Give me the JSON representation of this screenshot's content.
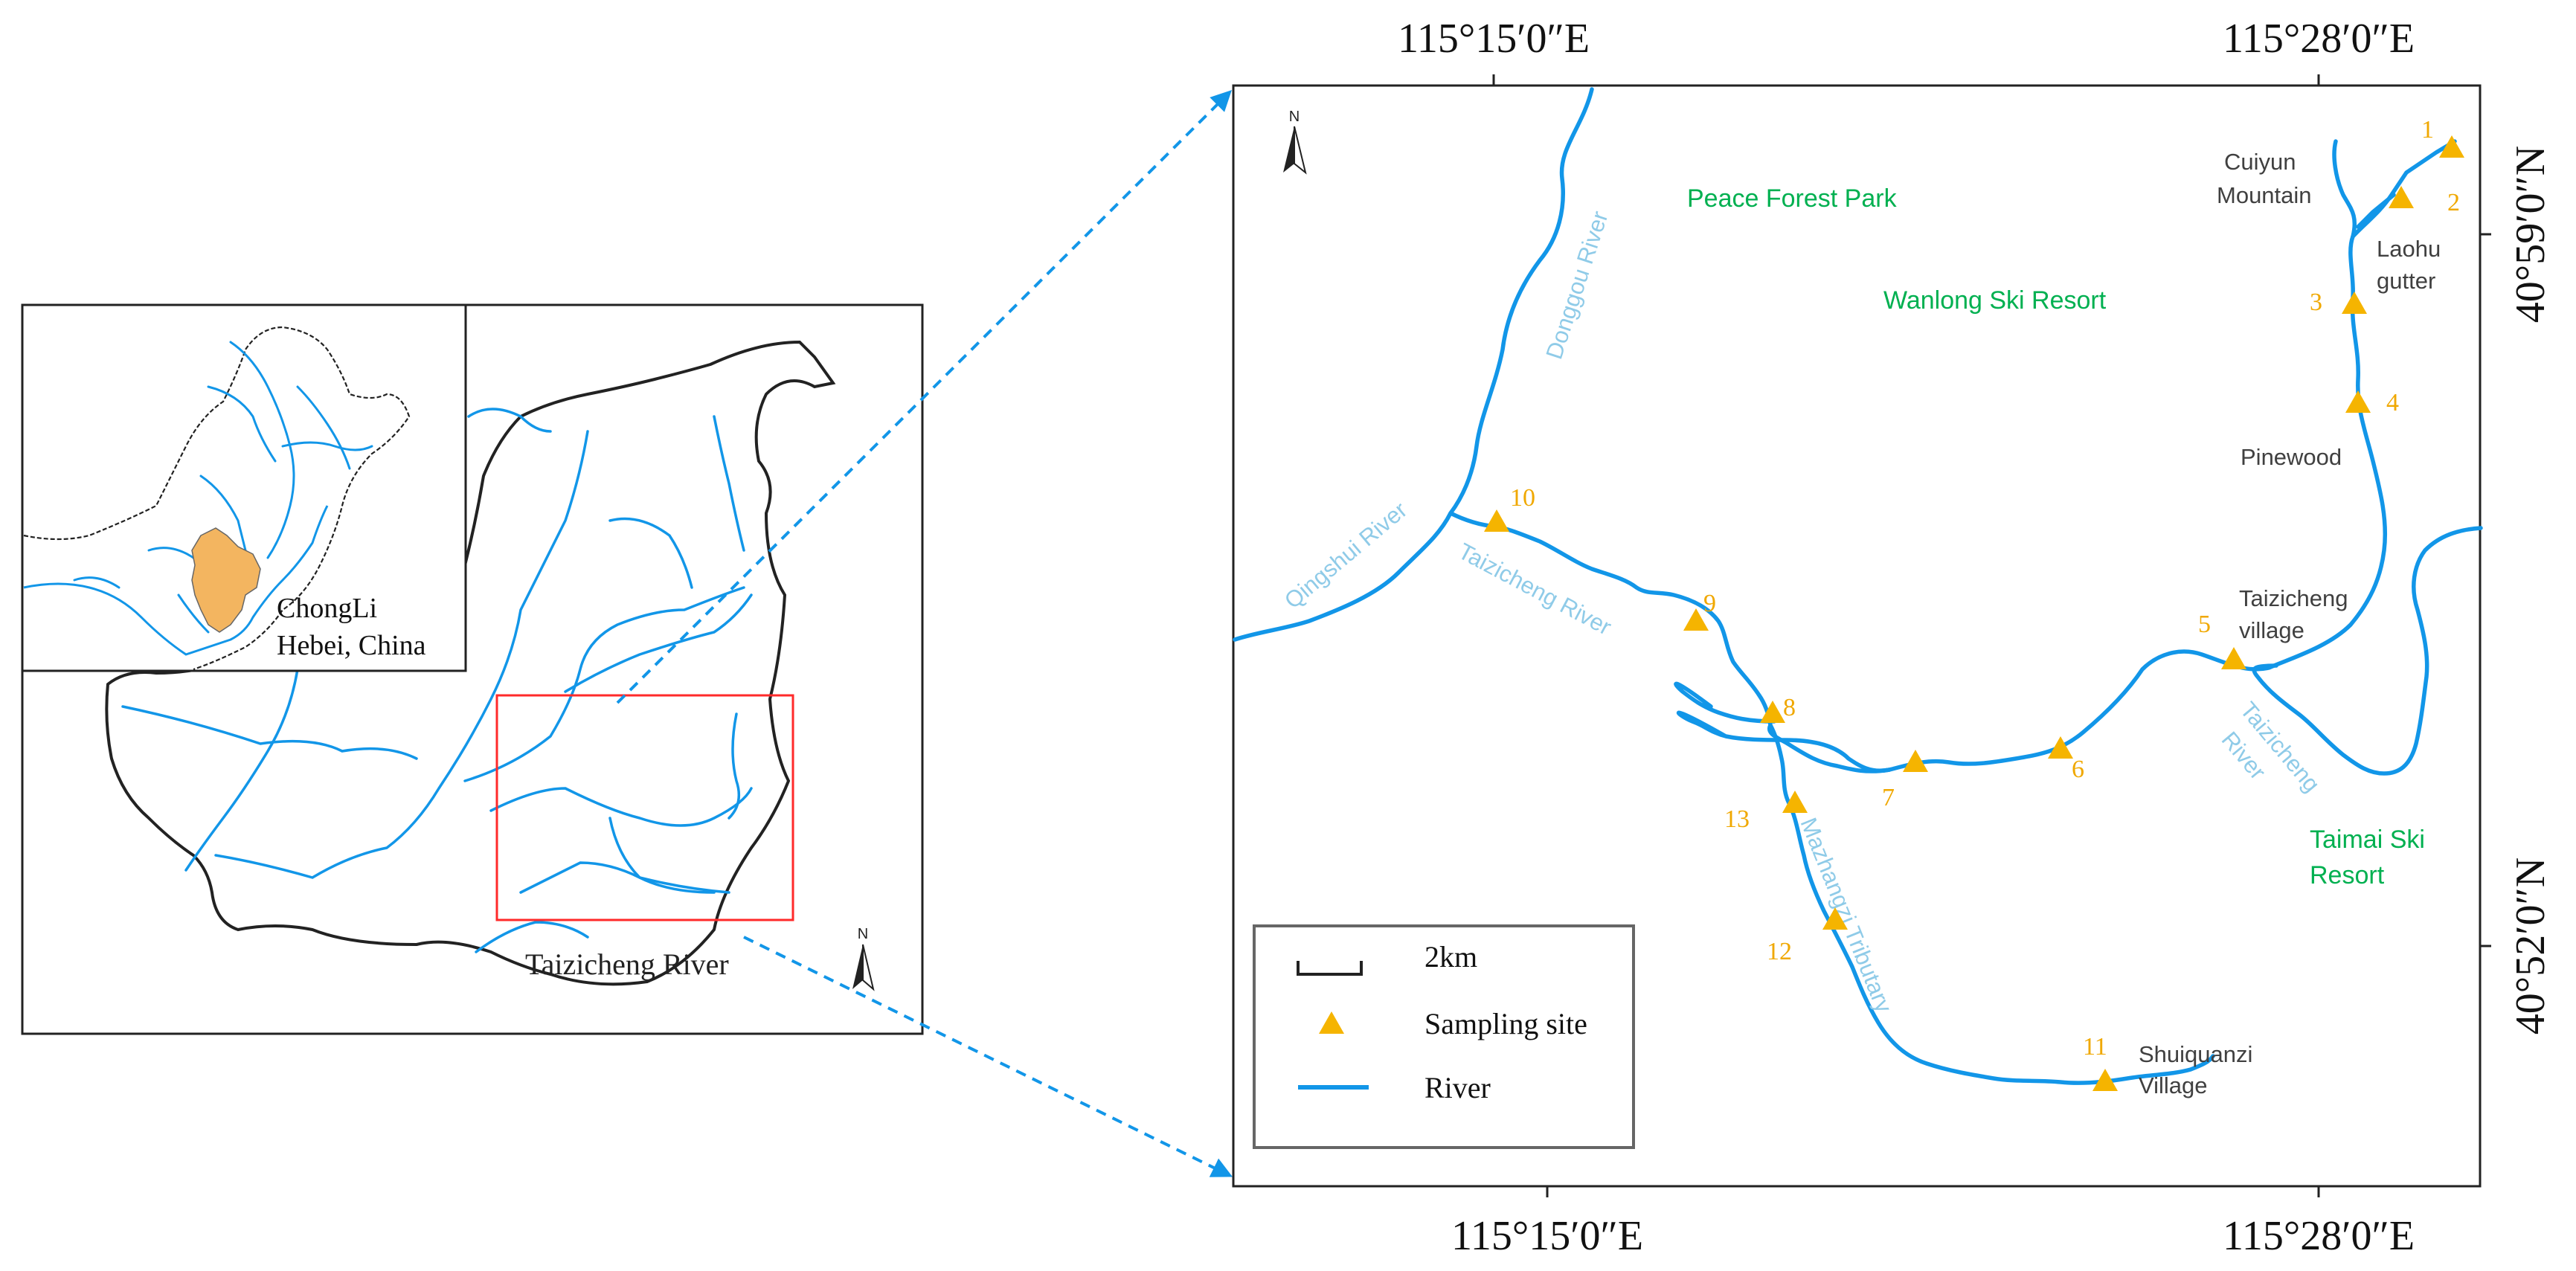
{
  "colors": {
    "river": "#1296e8",
    "river_label": "#8fcbe8",
    "site": "#f5b400",
    "site_label": "#f0a800",
    "resort": "#00b050",
    "place": "#404040",
    "frame": "#222222",
    "region_fill": "#f3b560",
    "highlight_box": "#ff2a2a",
    "callout": "#1296e8"
  },
  "overview": {
    "inset_label_line1": "ChongLi",
    "inset_label_line2": "Hebei, China",
    "river_label": "Taizicheng River",
    "north_label": "N"
  },
  "detail": {
    "north_label": "N",
    "top_ticks": [
      "115°15′0″E",
      "115°28′0″E"
    ],
    "bottom_ticks": [
      "115°15′0″E",
      "115°28′0″E"
    ],
    "right_ticks": [
      "40°59′0″N",
      "40°52′0″N"
    ],
    "areas": [
      {
        "id": "peace-forest-park",
        "text": "Peace Forest Park"
      },
      {
        "id": "wanlong-ski-resort",
        "text": "Wanlong Ski Resort"
      },
      {
        "id": "taimai-ski-resort-1",
        "text": "Taimai Ski"
      },
      {
        "id": "taimai-ski-resort-2",
        "text": "Resort"
      }
    ],
    "places": [
      {
        "id": "cuiyun-1",
        "text": "Cuiyun"
      },
      {
        "id": "cuiyun-2",
        "text": "Mountain"
      },
      {
        "id": "laohu-1",
        "text": "Laohu"
      },
      {
        "id": "laohu-2",
        "text": "gutter"
      },
      {
        "id": "pinewood",
        "text": "Pinewood"
      },
      {
        "id": "taizicheng-village-1",
        "text": "Taizicheng"
      },
      {
        "id": "taizicheng-village-2",
        "text": "village"
      },
      {
        "id": "shuiquanzi-1",
        "text": "Shuiquanzi"
      },
      {
        "id": "shuiquanzi-2",
        "text": "Village"
      }
    ],
    "river_names": [
      {
        "id": "donggou",
        "text": "Donggou River"
      },
      {
        "id": "qingshui",
        "text": "Qingshui River"
      },
      {
        "id": "taizicheng-main",
        "text": "Taizicheng River"
      },
      {
        "id": "taizicheng-east-1",
        "text": "Taizicheng"
      },
      {
        "id": "taizicheng-east-2",
        "text": "River"
      },
      {
        "id": "mazhangzi",
        "text": "Mazhangzi Tributary"
      }
    ],
    "sites": [
      "1",
      "2",
      "3",
      "4",
      "5",
      "6",
      "7",
      "8",
      "9",
      "10",
      "11",
      "12",
      "13"
    ],
    "legend": {
      "scale": "2km",
      "site": "Sampling site",
      "river": "River"
    }
  }
}
